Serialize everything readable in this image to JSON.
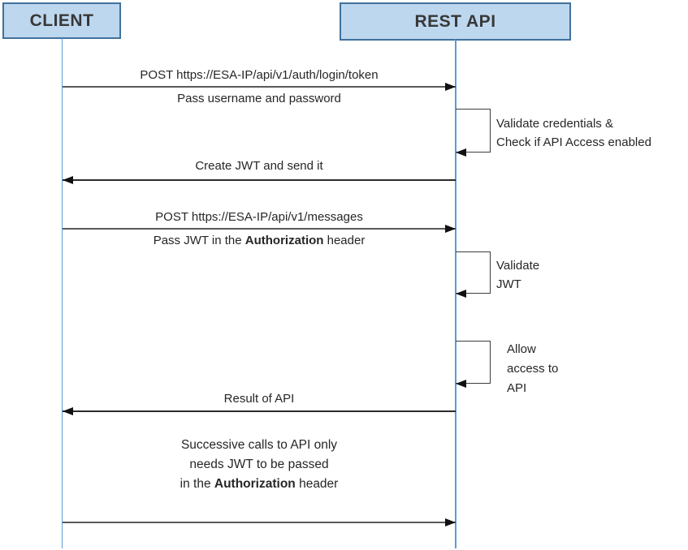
{
  "actors": [
    {
      "label": "CLIENT"
    },
    {
      "label": "REST API"
    }
  ],
  "messages": [
    {
      "direction": "right",
      "label": "POST https://ESA-IP/api/v1/auth/login/token",
      "sublabel": "Pass username and password"
    },
    {
      "direction": "left",
      "label": "Create JWT and send it"
    },
    {
      "direction": "right",
      "label": "POST https://ESA-IP/api/v1/messages",
      "sublabel_prefix": "Pass JWT in the ",
      "sublabel_bold": "Authorization",
      "sublabel_suffix": " header"
    },
    {
      "direction": "left",
      "label": "Result of API"
    },
    {
      "direction": "right",
      "label": ""
    }
  ],
  "self_loops": [
    {
      "lines": [
        "Validate credentials &",
        "Check if API Access enabled"
      ]
    },
    {
      "lines": [
        "Validate",
        "JWT"
      ]
    },
    {
      "lines": [
        "Allow",
        "access to",
        "API"
      ]
    }
  ],
  "note": {
    "line1": "Successive calls to API only",
    "line2": "needs JWT to be passed",
    "line3_prefix": "in the ",
    "line3_bold": "Authorization",
    "line3_suffix": " header"
  },
  "colors": {
    "actor_fill": "#BDD7EE",
    "actor_border": "#41719C",
    "lifeline": "#5B9BD5",
    "arrow_line_gray": "#595959",
    "arrow_line_dark": "#2b2b2b",
    "text": "#262626"
  }
}
